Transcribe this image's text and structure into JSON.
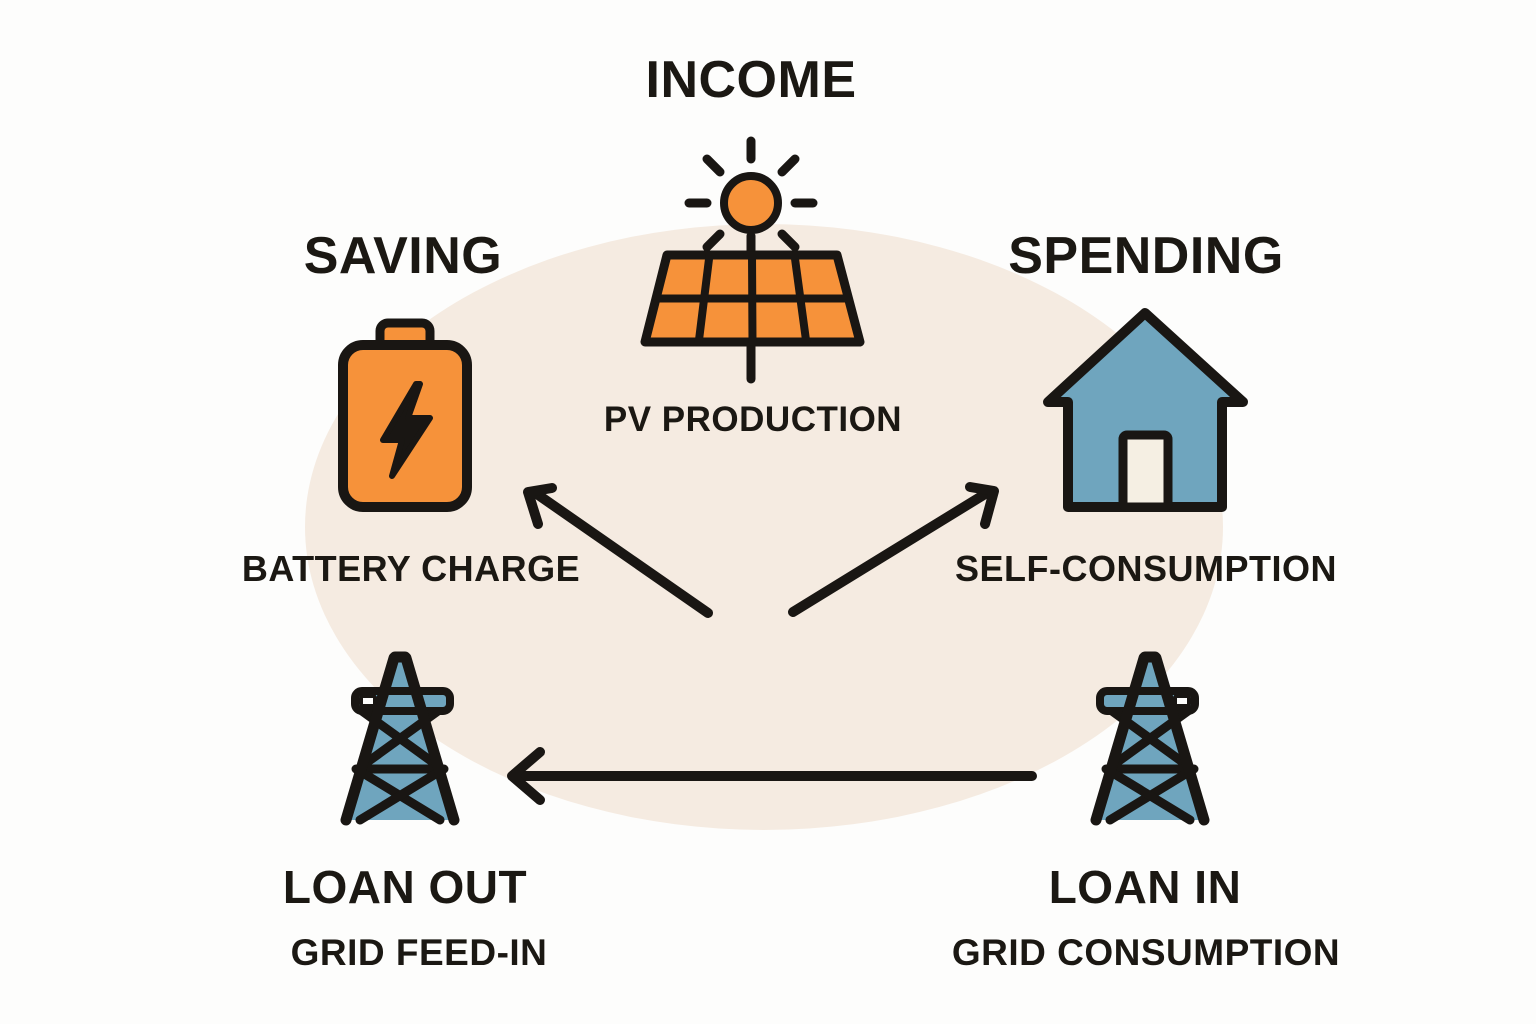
{
  "palette": {
    "background": "#fdfdfc",
    "ellipse": "#f5ebe1",
    "orange": "#f6923a",
    "blue": "#6fa5be",
    "cream": "#f5efe3",
    "ink": "#191613"
  },
  "nodes": {
    "income": {
      "title": "INCOME",
      "sublabel": "PV PRODUCTION",
      "icon": "sun-solar-panel-icon"
    },
    "saving": {
      "title": "SAVING",
      "sublabel": "BATTERY CHARGE",
      "icon": "battery-icon"
    },
    "spending": {
      "title": "SPENDING",
      "sublabel": "SELF-CONSUMPTION",
      "icon": "house-icon"
    },
    "loan_out": {
      "title": "LOAN OUT",
      "sublabel": "GRID FEED-IN",
      "icon": "transmission-tower-icon"
    },
    "loan_in": {
      "title": "LOAN IN",
      "sublabel": "GRID CONSUMPTION",
      "icon": "transmission-tower-icon"
    }
  },
  "arrows": [
    {
      "from": "pv-production-center",
      "to": "battery"
    },
    {
      "from": "pv-production-center",
      "to": "house"
    },
    {
      "from": "loan-in-tower",
      "to": "loan-out-tower"
    }
  ]
}
